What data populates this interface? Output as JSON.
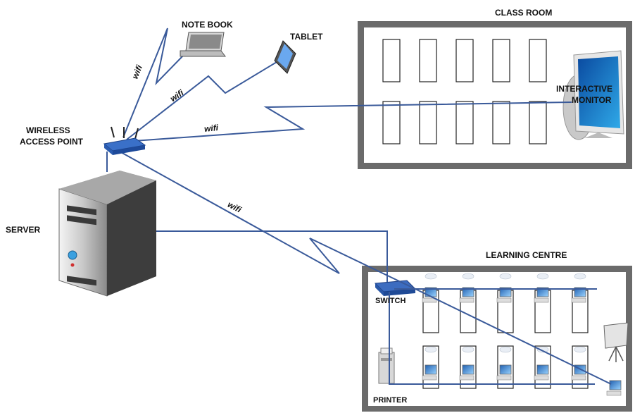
{
  "labels": {
    "notebook": "NOTE BOOK",
    "tablet": "TABLET",
    "classroom": "CLASS ROOM",
    "interactive_monitor_line1": "INTERACTIVE",
    "interactive_monitor_line2": "MONITOR",
    "wireless_ap_line1": "WIRELESS",
    "wireless_ap_line2": "ACCESS POINT",
    "server": "SERVER",
    "learning_centre": "LEARNING CENTRE",
    "switch": "SWITCH",
    "printer": "PRINTER"
  },
  "wifi_labels": [
    "wifi",
    "wifi",
    "wifi",
    "wifi"
  ],
  "colors": {
    "link": "#3a5a9a",
    "room_frame": "#666666",
    "room_fill": "#ffffff",
    "device_blue": "#2a5fb0"
  },
  "icons": {
    "notebook": "laptop-icon",
    "tablet": "tablet-icon",
    "monitor": "interactive-monitor-icon",
    "router": "wireless-router-icon",
    "server": "server-tower-icon",
    "switch": "network-switch-icon",
    "printer": "printer-icon",
    "computer": "desktop-computer-icon",
    "projector": "projector-screen-icon"
  }
}
